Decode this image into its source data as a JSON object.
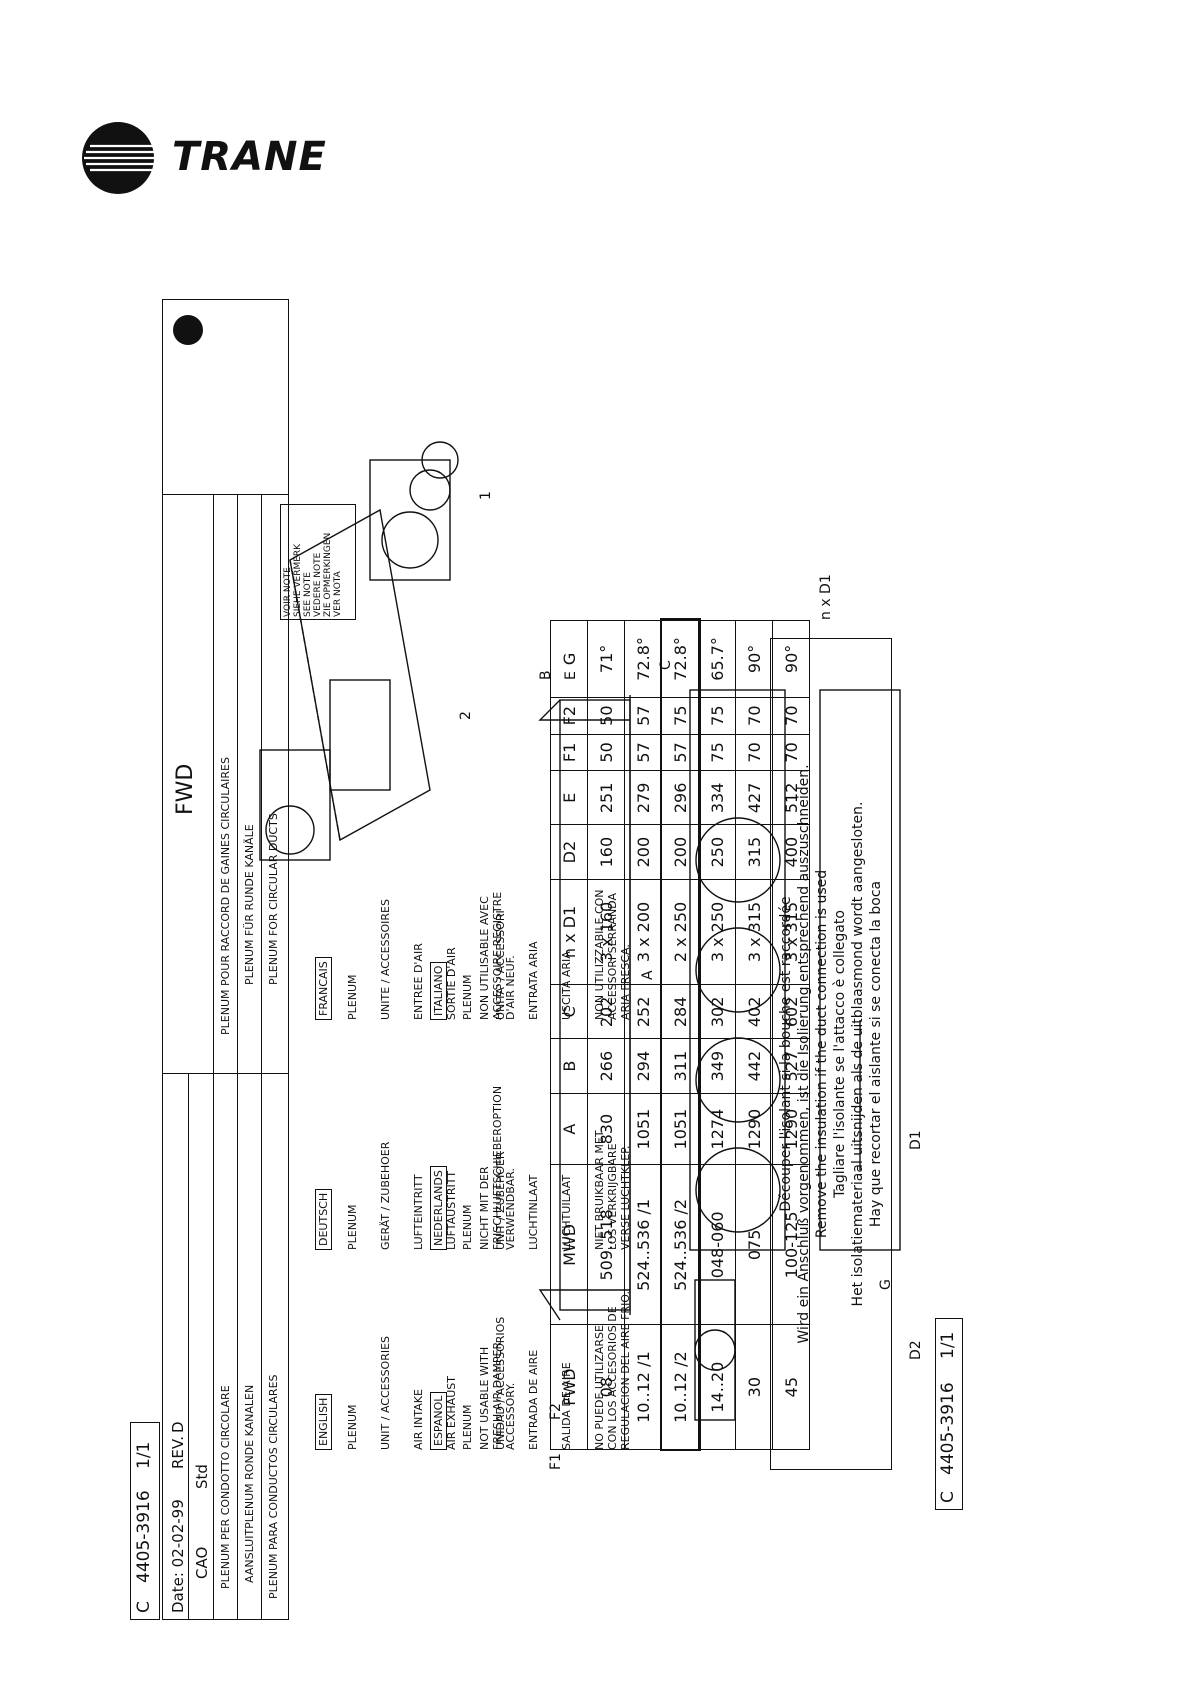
{
  "brand": {
    "name": "TRANE"
  },
  "title_block": {
    "model": "FWD",
    "titles": [
      "PLENUM POUR RACCORD DE GAINES CIRCULAIRES",
      "PLENUM FÜR RUNDE KANÄLE",
      "PLENUM FOR CIRCULAR DUCTS"
    ],
    "titles_right": [
      "PLENUM PER CONDOTTO CIRCOLARE",
      "AANSLUITPLENUM RONDE KANALEN",
      "PLENUM PARA CONDUCTOS CIRCULARES"
    ],
    "drawing_no_prefix": "C",
    "drawing_no": "4405-3916",
    "sheet": "1/1",
    "date": "Date: 02-02-99",
    "rev": "REV.",
    "rev_value": "D",
    "cao": "CAO",
    "std": "Std"
  },
  "note_flag": [
    "VOIR NOTE",
    "SIEHE VERMERK",
    "SEE NOTE",
    "VEDERE NOTE",
    "ZIE OPMERKINGEN",
    "VER NOTA"
  ],
  "legend": {
    "columns": [
      {
        "lang": "FRANCAIS",
        "items": [
          "PLENUM",
          "UNITE / ACCESSOIRES",
          "ENTREE D'AIR",
          "SORTIE D'AIR",
          "NON UTILISABLE AVEC",
          "ACCESSOIRE REGISTRE",
          "D'AIR NEUF."
        ]
      },
      {
        "lang": "DEUTSCH",
        "items": [
          "PLENUM",
          "GERÄT / ZUBEHOER",
          "LUFTEINTRITT",
          "LUFTAUSTRITT",
          "NICHT MIT DER",
          "FRISCHLUFTSCHIEBEROPTION",
          "VERWENDBAR."
        ]
      },
      {
        "lang": "ENGLISH",
        "items": [
          "PLENUM",
          "UNIT / ACCESSORIES",
          "AIR INTAKE",
          "AIR EXHAUST",
          "NOT USABLE WITH",
          "FRESH AIR DAMPER",
          "ACCESSORY."
        ]
      },
      {
        "lang": "ITALIANO",
        "items": [
          "PLENUM",
          "UNITA' / ACCESSORI",
          "ENTRATA ARIA",
          "USCITA ARIA",
          "NON UTILIZZABILE CON",
          "ACCESSORI SERRANDA",
          "ARIA FRESCA."
        ]
      },
      {
        "lang": "NEDERLANDS",
        "items": [
          "PLENUM",
          "UNIT / ZUBEHOER",
          "LUCHTINLAAT",
          "LUCHTUILAAT",
          "NIET BRUIKBAAR MET",
          "LOS VERKRIJGBARE",
          "VERSE LUCHTKLEP."
        ]
      },
      {
        "lang": "ESPANOL",
        "items": [
          "PLENUM",
          "UNIDAD / ACCESSORIOS",
          "ENTRADA DE AIRE",
          "SALIDA DE AIRE",
          "NO PUEDE UTILIZARSE",
          "CON LOS ACCESORIOS DE",
          "REGULACION DEL AIRE FRIO."
        ]
      }
    ]
  },
  "table": {
    "headers": [
      "FWD",
      "MWD",
      "A",
      "B",
      "C",
      "n x D1",
      "D2",
      "E",
      "F1",
      "F2",
      "G"
    ],
    "rows": [
      [
        "08",
        "509..518",
        "830",
        "266",
        "202",
        "3 x 160",
        "160",
        "251",
        "50",
        "50",
        "71°"
      ],
      [
        "10..12 /1",
        "524..536 /1",
        "1051",
        "294",
        "252",
        "3 x 200",
        "200",
        "279",
        "57",
        "57",
        "72.8°"
      ],
      [
        "10..12 /2",
        "524..536 /2",
        "1051",
        "311",
        "284",
        "2 x 250",
        "200",
        "296",
        "57",
        "75",
        "72.8°"
      ],
      [
        "14..20",
        "048-060",
        "1274",
        "349",
        "302",
        "3 x 250",
        "250",
        "334",
        "75",
        "75",
        "65.7°"
      ],
      [
        "30",
        "075",
        "1290",
        "442",
        "402",
        "3 x 315",
        "315",
        "427",
        "70",
        "70",
        "90°"
      ],
      [
        "45",
        "100-125",
        "1290",
        "527",
        "602",
        "3 x 315",
        "400",
        "512",
        "70",
        "70",
        "90°"
      ]
    ]
  },
  "note": [
    "Découper l'isolant si la bouche est raccordée",
    "Wird ein Anschluß vorgenommen, ist die Isolierung entsprechend auszuschneiden.",
    "Remove the insulation if the duct connection is used",
    "Tagliare l'isolante se l'attacco è collegato",
    "Het isolatiemateriaal uitsnijden als de uitblaasmond wordt aangesloten.",
    "Hay que recortar el aislante si se conecta la boca"
  ],
  "dim_labels": {
    "a": "A",
    "b": "B",
    "c": "C",
    "e": "E",
    "f1": "F1",
    "f2": "F2",
    "d1": "D1",
    "d2": "D2",
    "g": "G",
    "nd1": "n x D1",
    "one": "1",
    "two": "2"
  },
  "bottom_code": {
    "prefix": "C",
    "number": "4405-3916",
    "sheet": "1/1"
  }
}
